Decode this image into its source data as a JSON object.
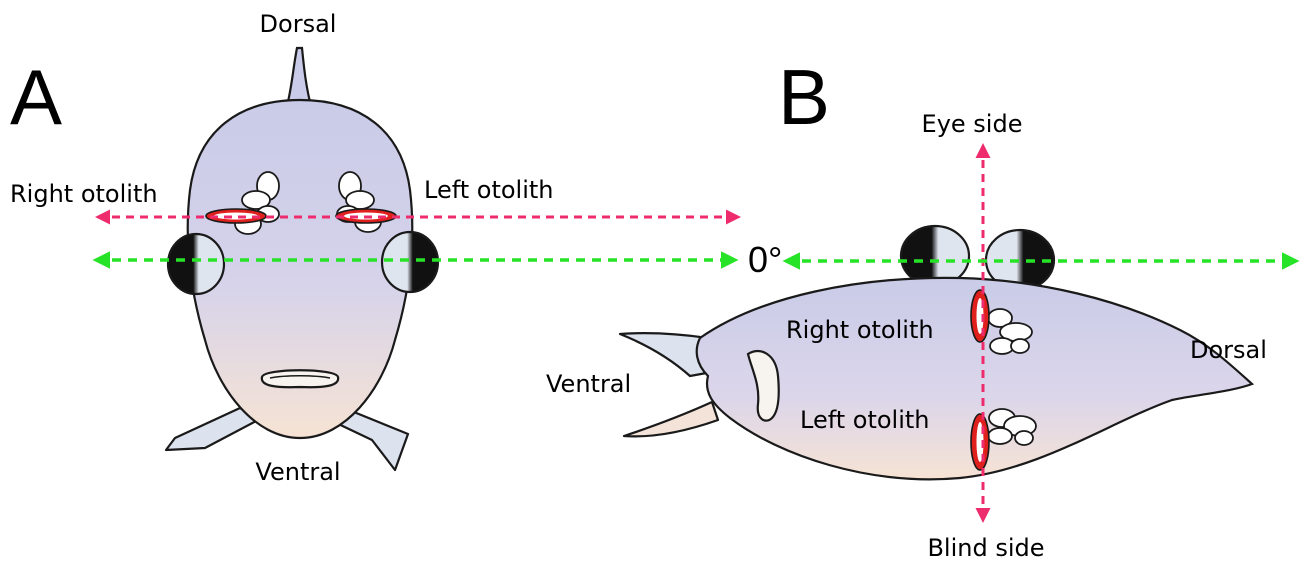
{
  "panels": {
    "a": {
      "letter": "A",
      "dorsal_label": "Dorsal",
      "ventral_label": "Ventral",
      "right_otolith_label": "Right otolith",
      "left_otolith_label": "Left otolith"
    },
    "b": {
      "letter": "B",
      "eye_side_label": "Eye side",
      "blind_side_label": "Blind side",
      "dorsal_label": "Dorsal",
      "ventral_label": "Ventral",
      "right_otolith_label": "Right otolith",
      "left_otolith_label": "Left otolith"
    }
  },
  "angle_label": "0°",
  "colors": {
    "fish_top": "#c9cbe8",
    "fish_bottom": "#f6e3d4",
    "fin": "#dde3ee",
    "otolith": "#e0201c",
    "red_arrow": "#ee2c6d",
    "green_arrow": "#27e327",
    "eye_dark": "#111111",
    "eye_light": "#dfe5ee"
  }
}
